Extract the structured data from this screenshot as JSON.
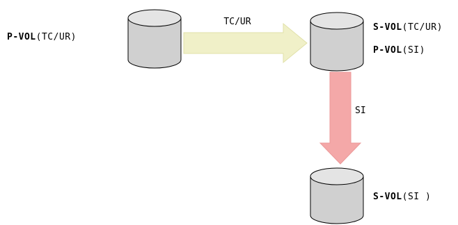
{
  "volumes": {
    "primary": {
      "name": "P-VOL",
      "qualifier": "(TC/UR)"
    },
    "middle": {
      "line1_name": "S-VOL",
      "line1_qualifier": "(TC/UR)",
      "line2_name": "P-VOL",
      "line2_qualifier": "(SI)"
    },
    "bottom": {
      "name": "S-VOL",
      "qualifier": "(SI )"
    }
  },
  "arrows": {
    "horizontal": {
      "label": "TC/UR",
      "color": "#f0f0c8",
      "stroke": "#e0e0a8"
    },
    "vertical": {
      "label": "SI",
      "color": "#f4a8a8",
      "stroke": "#eb9898"
    }
  },
  "colors": {
    "cylinder_body": "#d0d0d0",
    "cylinder_top": "#e4e4e4",
    "cylinder_outline": "#000000"
  },
  "icons": [
    "storage-cylinder-icon"
  ]
}
